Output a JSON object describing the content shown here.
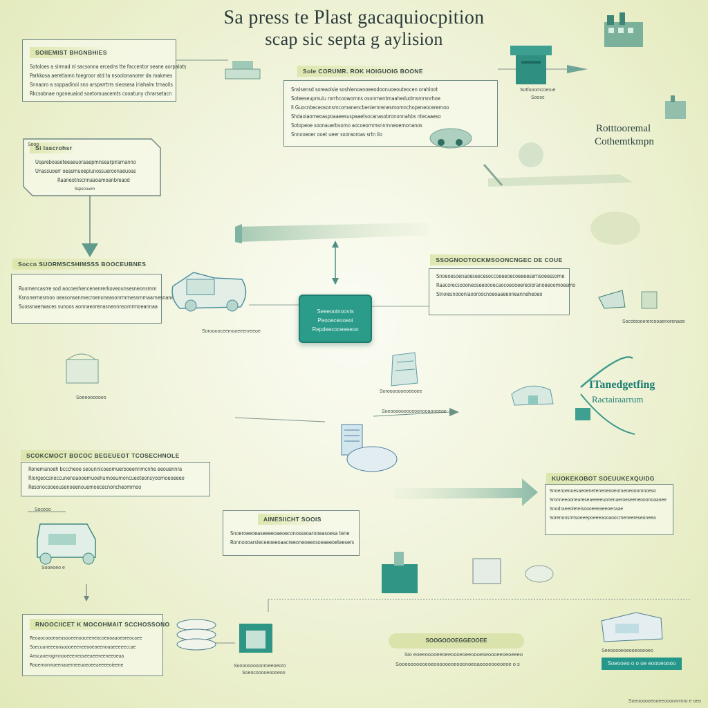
{
  "title": {
    "line1": "Sa press te Plast gacaquiocpition",
    "line2": "scap sic septa g aylision"
  },
  "boxes": [
    {
      "id": "top-left",
      "header": "SOIIEMIST BHGNBHIES",
      "lines": [
        "Sotoloes a sirmad nl sacsonna ercedns tte faccentor seane aorpalots",
        "Parkkosa aeretlamn toegroor atd ta nsoolonanorer da roakmes",
        "Snnaoro a soppadinoi sno arsparrtrrs sieosesa iriahalm trnaolis",
        "Rkcsobnae ngoneuaiod soetorouacemts cooatuny chrarsetacn"
      ]
    },
    {
      "id": "top-center",
      "header": "Sole CORUMR. ROK HOIGUOIG BOONE",
      "lines": [
        "Snslsensd soreaolsie soshlenoanoeeodoonuoeouteocen orahloot",
        "Soteeseuprsuiu rorrhcoowomns osonmentmaahedudmsrnrsnrhoe",
        "II Guocnbeceosonsmcomanencbeniernrenesmomnchopeneocerernoo",
        "Shdaoiaomeoaspoaaeesuspaaetsocanasobrononnahbs ntecaaeso",
        "Sotopeoe soonauerbsomo aocoeommsnnrnneoemonanos",
        "Snnooeoer ooet ueer sooraoroas srtn lio"
      ]
    },
    {
      "id": "left-upper",
      "header": "Si lascrohsr",
      "lines": [
        "Uqareboaseteeaeuoraaepmnsearpiramanno",
        "Unassuoerr oeasmuoepiunossueroonaeuoas",
        "Raaneotnscnnaaoamoanbreaod"
      ],
      "foot": "Sspscsuom"
    },
    {
      "id": "left-middle",
      "header": "Soccn   SUORMSCSHIMSSS BOOCEUBNES",
      "lines": [
        "Ruomencasrre sod aocoeshencenenrerkoveounsesneonsmm",
        "Ksnsnernesmoo oeasonsenmecroenoneasonrmmessmmaarnesnane",
        "Suossnaerwaces sunoos aonnaeorenasnennnsomrmoeannaa"
      ]
    },
    {
      "id": "right-middle",
      "header": "SSOGNOOTOCKMSOONCNGEC DE COUE",
      "lines": [
        "Snoeoesoenaoeseecesoccoeeeoecoeeeesernsoeessome",
        "Raacorecsoooneoseeoooecaocoeooeereoioranoeeoomoesmo",
        "Sinoiesnoooniaooroocnoeoaaeeoneanneheoeo"
      ]
    },
    {
      "id": "left-lower",
      "header": "SCOKCMOCT BOCOC BEGEUEOT TCOSECHNOLE",
      "lines": [
        "Ronemanoeh bcccheoe seounnicoeomuerooeennmcnhe eeouennra",
        "Rlorgeocsnoccunenoaooemuoehumoeumoncueoteonsyoomoeoeeeo",
        "Resonocooeousenoeenouemoececnoncheommoo"
      ]
    },
    {
      "id": "center-lower",
      "header": "AINESIICHT SOOIS",
      "lines": [
        "Snoeroeeoeaseeeeoaeoeconosseoarooeasoesa tene",
        "Ronnoooarsleceeoeeoaacreeoneoeeosoeaeeoeteesers"
      ]
    },
    {
      "id": "right-lower",
      "header": "KUOKEKOBOT SOEUUKEXQUIDG",
      "lines": [
        "Snoenoeouesaeoeneteneoeooeoraeoeoooronoeso",
        "Sronneeooneareseaeeeeuonenaeroeseeneooonoaaoee",
        "Snodraeeoleteisoooeeeaeeoenaae",
        "Sorenonsrmsoeeepoeeeaooaoocrneneereseoneea"
      ]
    },
    {
      "id": "bottom-left",
      "header": "RNOOCIICET K MOCOHMAIT SCCHOSSONO",
      "lines": [
        "Reoaocoooeoeasooeenooceeneocoeooaaoeoreocaee",
        "Soecuaneeeoosoooeeeneeooeoeenoaaeeeeeccae",
        "Anscaoerogmnooeeeneoseeaeeneeneeoeaa",
        "Rooemonnoeenaoerneeuoeoeeaeeeeoieene"
      ]
    }
  ],
  "side_titles": {
    "environmental": [
      "Rotttooremal",
      "Cothemtkmpn"
    ],
    "recycling": [
      "ITanedgetfing",
      "Ractairaarrum"
    ]
  },
  "center_node": [
    "Seeeootnoovts",
    "Peooeceooeoi",
    "Repdeecoceeeeoo"
  ],
  "labels": {
    "top-right-icon": "Sotfooomcoerue",
    "top-right-sub": "Soosc",
    "factory-right": "Socotoooerercooaenorenaoe",
    "machine-left": "Sorooooceemooeeenreeoe",
    "bale-center": "Sorooooooeoeeoee",
    "arrow-mid": "Soeoooooooceoonooaoooeoe",
    "left-cart": "Soeeoooooeo",
    "left-small": "Socooo",
    "bottom-center-1": "Sooooooooonroeeoeoro",
    "bottom-center-2": "Soeocooooeoooeoo",
    "left-bottom-cart": "Sooeoeo e",
    "bottom-right-pill-header": "SOOGOOOEGGEOOEE",
    "bottom-right-line1": "Sio eoeeooooeeoeeoooeoeeoooeseoooeeoeoeeeo",
    "bottom-right-line2": "Sooeooooeoeoeeooooeoeooonoeoaoooeooeoeoe o s",
    "teal-banner": "Soeooeo o o oe eoooeoooo",
    "right-bottom-caption": "Seeooooeoeooeooeoeo",
    "footer": "Soeoooooeooeeoooonrrnro e oeo",
    "top-left-small": "Sooo"
  }
}
